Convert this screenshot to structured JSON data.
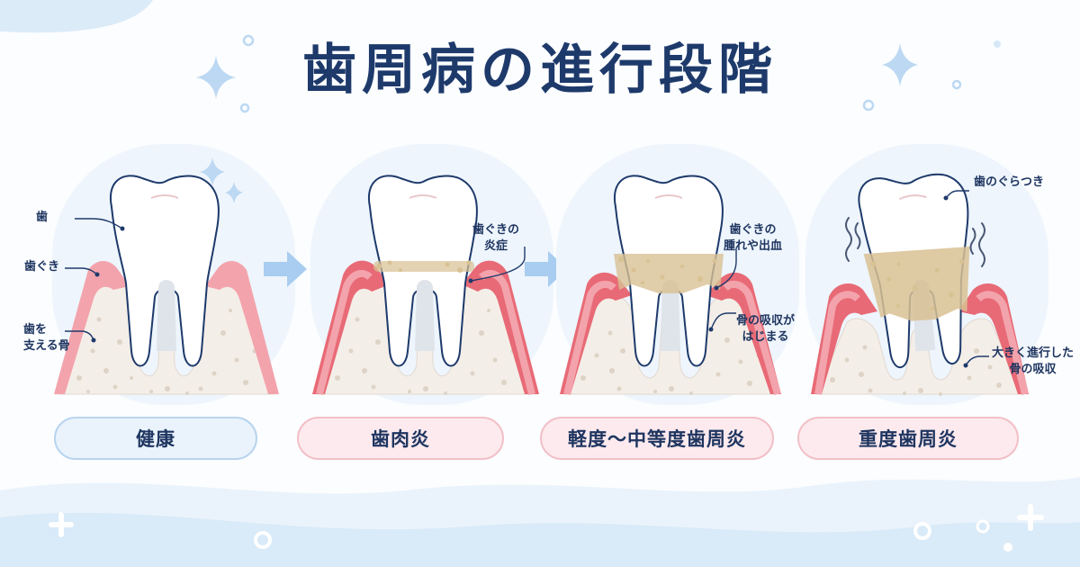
{
  "title": "歯周病の進行段階",
  "colors": {
    "navy": "#1e3a6b",
    "gum_pink": "#f3a3ac",
    "gum_red": "#e86a76",
    "bone": "#f4eee8",
    "tartar": "#d8c193",
    "sky": "#d6e8f8"
  },
  "stages": [
    {
      "name": "健康",
      "callouts": [
        {
          "lines": [
            "歯"
          ]
        },
        {
          "lines": [
            "歯ぐき"
          ]
        },
        {
          "lines": [
            "歯を",
            "支える骨"
          ]
        }
      ]
    },
    {
      "name": "歯肉炎",
      "callouts": [
        {
          "lines": [
            "歯ぐきの",
            "炎症"
          ]
        }
      ]
    },
    {
      "name": "軽度～中等度歯周炎",
      "callouts": [
        {
          "lines": [
            "歯ぐきの",
            "腫れや出血"
          ]
        },
        {
          "lines": [
            "骨の吸収が",
            "はじまる"
          ]
        }
      ]
    },
    {
      "name": "重度歯周炎",
      "callouts": [
        {
          "lines": [
            "歯のぐらつき"
          ]
        },
        {
          "lines": [
            "大きく進行した",
            "骨の吸収"
          ]
        }
      ]
    }
  ],
  "icons": [
    "sparkle-icon",
    "arrow-right-icon",
    "plus-icon",
    "bubble-icon",
    "wobble-lines-icon"
  ]
}
